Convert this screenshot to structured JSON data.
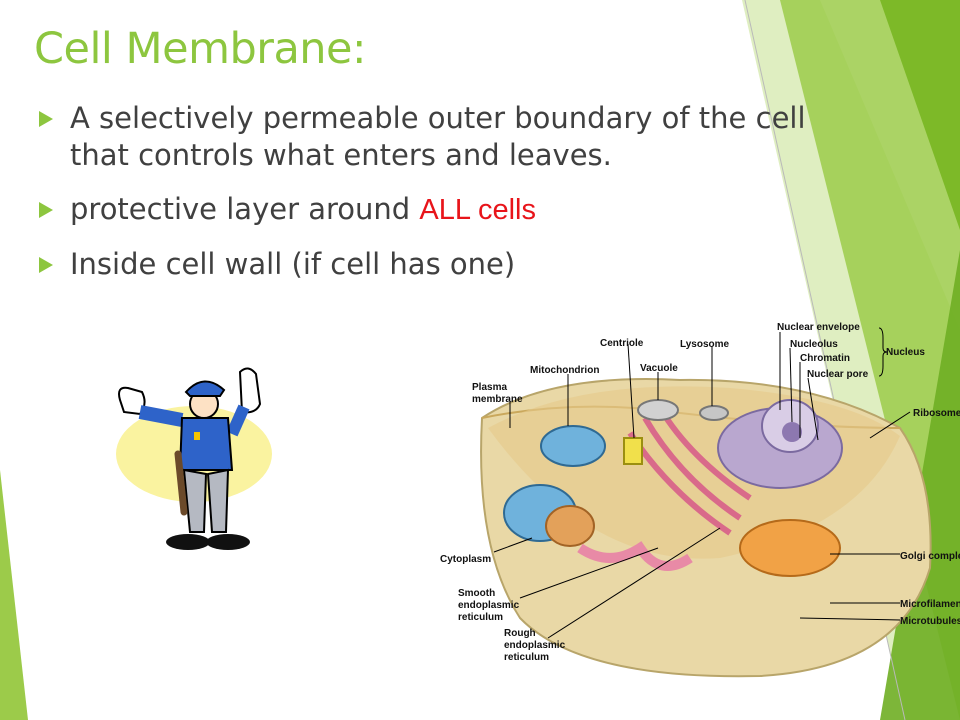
{
  "slide": {
    "title": "Cell Membrane:",
    "bullets": [
      {
        "text": "A selectively permeable outer boundary of the cell that controls what enters and leaves.",
        "highlight": ""
      },
      {
        "text": "protective layer around ",
        "highlight": "ALL cells"
      },
      {
        "text": "Inside cell wall (if cell has one)",
        "highlight": ""
      }
    ]
  },
  "diagram": {
    "labels": {
      "nuclear_envelope": "Nuclear envelope",
      "nucleolus": "Nucleolus",
      "chromatin": "Chromatin",
      "nuclear_pore": "Nuclear pore",
      "nucleus": "Nucleus",
      "centriole": "Centriole",
      "lysosome": "Lysosome",
      "vacuole": "Vacuole",
      "mitochondrion": "Mitochondrion",
      "plasma_membrane_1": "Plasma",
      "plasma_membrane_2": "membrane",
      "ribosomes": "Ribosomes",
      "cytoplasm": "Cytoplasm",
      "golgi": "Golgi complex",
      "smooth_er_1": "Smooth",
      "smooth_er_2": "endoplasmic",
      "smooth_er_3": "reticulum",
      "rough_er_1": "Rough",
      "rough_er_2": "endoplasmic",
      "rough_er_3": "reticulum",
      "microfilaments": "Microfilaments",
      "microtubules": "Microtubules"
    }
  },
  "colors": {
    "accent_green": "#8DC63F",
    "highlight_red": "#E8141A",
    "body_text": "#404040"
  },
  "icons": {
    "bullet": "green-triangle-arrow",
    "clipart": "police-officer-stop-gesture"
  }
}
